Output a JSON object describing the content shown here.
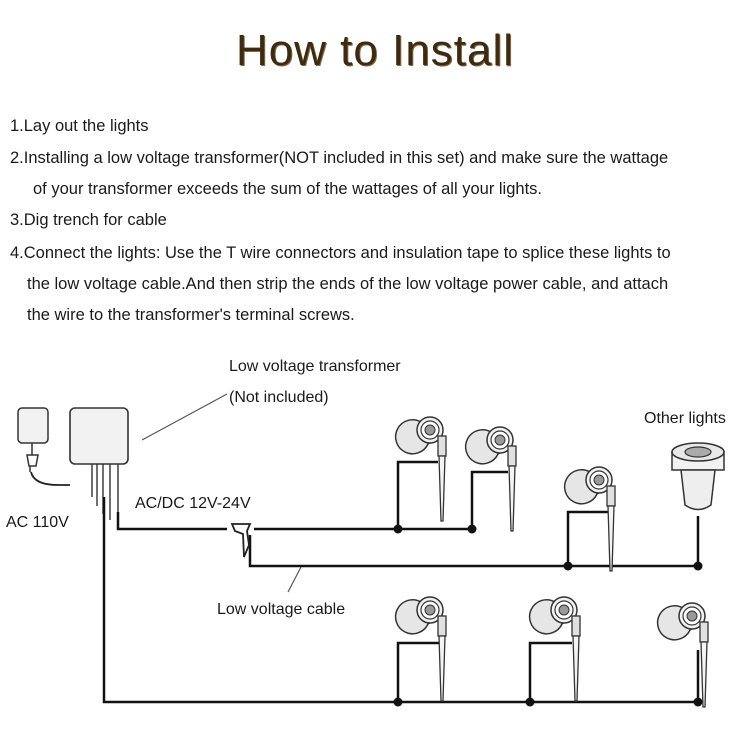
{
  "title": "How to Install",
  "steps": [
    "1.Lay out the lights",
    "2.Installing a low voltage transformer(NOT included in this set) and make sure the wattage",
    "of your transformer exceeds the sum of the wattages of all your lights.",
    "3.Dig trench for cable",
    "4.Connect the lights: Use the T wire connectors and insulation tape to splice these lights to",
    "the low voltage cable.And then strip the ends of the low voltage power cable, and attach",
    "the wire to the transformer's terminal screws."
  ],
  "labels": {
    "transformer": "Low voltage transformer",
    "not_included": "(Not included)",
    "other_lights": "Other lights",
    "ac": "AC 110V",
    "acdc": "AC/DC 12V-24V",
    "cable": "Low voltage cable"
  }
}
